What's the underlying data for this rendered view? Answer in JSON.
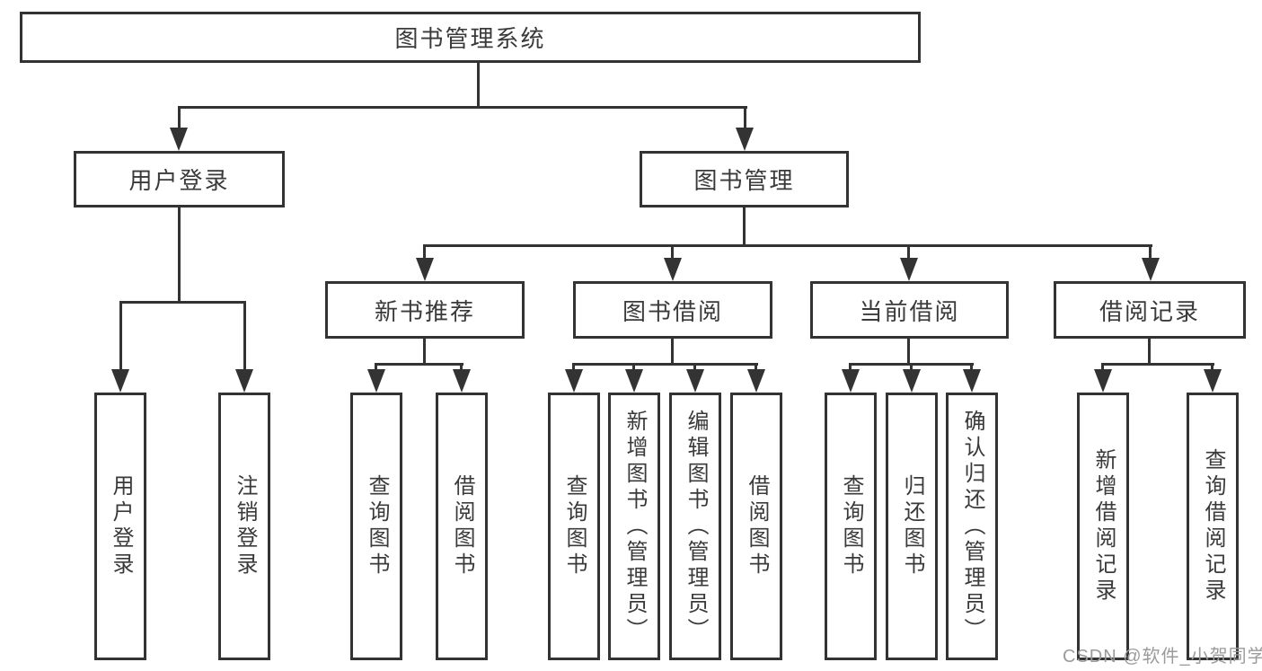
{
  "tree": {
    "root": {
      "label": "图书管理系统"
    },
    "branches": [
      {
        "label": "用户登录",
        "children": [
          {
            "label": "用户登录"
          },
          {
            "label": "注销登录"
          }
        ]
      },
      {
        "label": "图书管理",
        "children": [
          {
            "label": "新书推荐",
            "children": [
              {
                "label": "查询图书"
              },
              {
                "label": "借阅图书"
              }
            ]
          },
          {
            "label": "图书借阅",
            "children": [
              {
                "label": "查询图书"
              },
              {
                "label": "新增图书（管理员）"
              },
              {
                "label": "编辑图书（管理员）"
              },
              {
                "label": "借阅图书"
              }
            ]
          },
          {
            "label": "当前借阅",
            "children": [
              {
                "label": "查询图书"
              },
              {
                "label": "归还图书"
              },
              {
                "label": "确认归还（管理员）"
              }
            ]
          },
          {
            "label": "借阅记录",
            "children": [
              {
                "label": "新增借阅记录"
              },
              {
                "label": "查询借阅记录"
              }
            ]
          }
        ]
      }
    ]
  },
  "watermark": {
    "text": "CSDN @软件_小贺同学"
  },
  "colors": {
    "line": "#333333",
    "text": "#3a3a3a",
    "watermark": "#9b9b9b",
    "background": "#ffffff",
    "box_fill": "#ffffff"
  }
}
